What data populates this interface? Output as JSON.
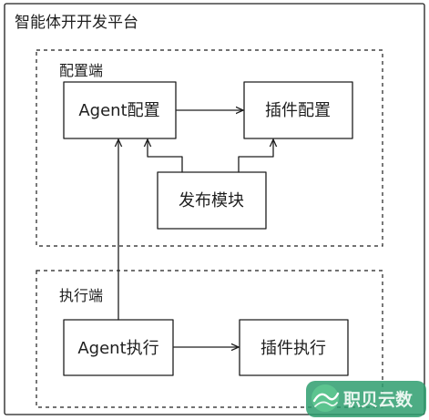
{
  "diagram": {
    "title": "智能体开开发平台",
    "groups": {
      "config": {
        "label": "配置端"
      },
      "exec": {
        "label": "执行端"
      }
    },
    "nodes": {
      "agent_config": "Agent配置",
      "plugin_config": "插件配置",
      "publish_module": "发布模块",
      "agent_exec": "Agent执行",
      "plugin_exec": "插件执行"
    },
    "edges": [
      {
        "from": "agent_config",
        "to": "plugin_config"
      },
      {
        "from": "publish_module",
        "to": "agent_config"
      },
      {
        "from": "publish_module",
        "to": "plugin_config"
      },
      {
        "from": "agent_exec",
        "to": "agent_config"
      },
      {
        "from": "agent_exec",
        "to": "plugin_exec"
      }
    ]
  },
  "watermark": {
    "text": "职贝云数",
    "colors": {
      "primary": "#2e9e6e",
      "secondary": "#5cc48f"
    }
  }
}
